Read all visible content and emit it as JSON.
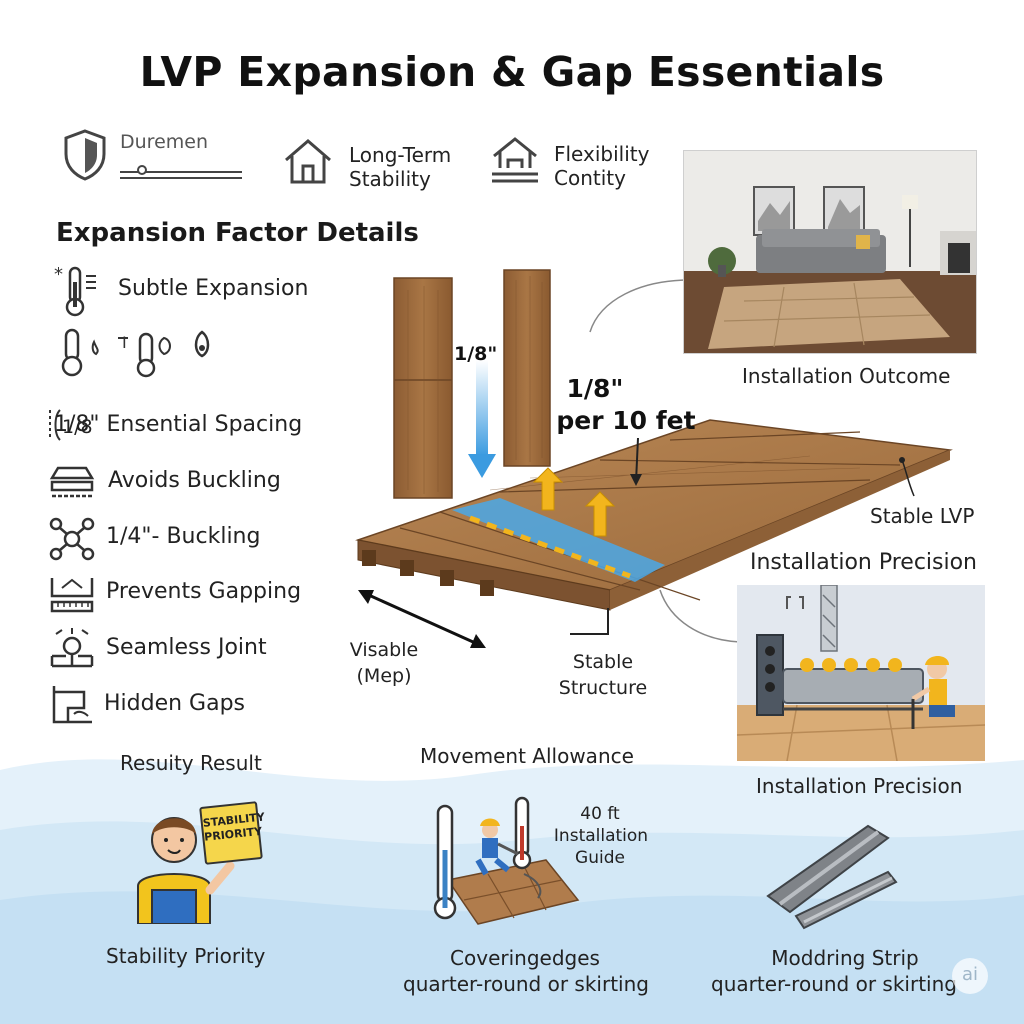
{
  "title": "LVP Expansion & Gap Essentials",
  "features": [
    {
      "label": "Duremen",
      "icon": "shield-icon"
    },
    {
      "label": "Long-Term Stability",
      "icon": "house-icon"
    },
    {
      "label": "Flexibility Contity",
      "icon": "house-level-icon"
    }
  ],
  "expansion": {
    "heading": "Expansion Factor Details",
    "subtle_label": "Subtle Expansion",
    "subtle_icon": "thermometer-icon",
    "items": [
      {
        "label": "1/8\" Ensential Spacing",
        "icon": "spacing-icon"
      },
      {
        "label": "Avoids Buckling",
        "icon": "floor-layer-icon"
      },
      {
        "label": "1/4\"- Buckling",
        "icon": "network-icon"
      },
      {
        "label": "Prevents Gapping",
        "icon": "gap-ruler-icon"
      },
      {
        "label": "Seamless Joint",
        "icon": "joint-icon"
      },
      {
        "label": "Hidden Gaps",
        "icon": "corner-trim-icon"
      }
    ]
  },
  "diagram": {
    "gap_label": "1/8\"",
    "spec_line1": "1/8\"",
    "spec_line2": "per 10 fet",
    "stable_lvp": "Stable LVP",
    "visable_line1": "Visable",
    "visable_line2": "(Mep)",
    "stable_structure_line1": "Stable",
    "stable_structure_line2": "Structure"
  },
  "outcome": {
    "caption": "Installation Outcome"
  },
  "precision": {
    "heading": "Installation Precision",
    "caption": "Installation Precision"
  },
  "bottom": {
    "result": {
      "heading": "Resuity Result",
      "sign_line1": "STABILITY",
      "sign_line2": "PRIORITY",
      "caption": "Stability Priority"
    },
    "movement": {
      "heading": "Movement Allowance",
      "guide_line1": "40 ft",
      "guide_line2": "Installation",
      "guide_line3": "Guide",
      "caption_line1": "Coveringedges",
      "caption_line2": "quarter-round or skirting"
    },
    "strip": {
      "caption_line1": "Moddring Strip",
      "caption_line2": "quarter-round or skirting"
    }
  },
  "watermark": "ai",
  "colors": {
    "wood": "#a9774a",
    "wood_dark": "#7c5430",
    "accent_blue": "#4aa8e8",
    "accent_yellow": "#f2b51d",
    "wave": "#d9ecf8"
  }
}
